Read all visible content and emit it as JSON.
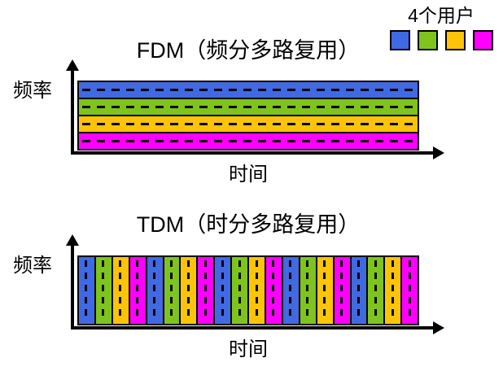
{
  "colors": {
    "blue": "#4169E1",
    "green": "#7FC41C",
    "yellow": "#FFC408",
    "magenta": "#FF00FF"
  },
  "legend": {
    "title": "4个用户",
    "swatches": [
      "blue",
      "green",
      "yellow",
      "magenta"
    ]
  },
  "fdm": {
    "title": "FDM（频分多路复用）",
    "y_axis_label": "频率",
    "x_axis_label": "时间",
    "bands": [
      "blue",
      "green",
      "yellow",
      "magenta"
    ]
  },
  "tdm": {
    "title": "TDM（时分多路复用）",
    "y_axis_label": "频率",
    "x_axis_label": "时间",
    "stripes": [
      "blue",
      "green",
      "yellow",
      "magenta",
      "blue",
      "green",
      "yellow",
      "magenta",
      "blue",
      "green",
      "yellow",
      "magenta",
      "blue",
      "green",
      "yellow",
      "magenta",
      "blue",
      "green",
      "yellow",
      "magenta"
    ]
  }
}
